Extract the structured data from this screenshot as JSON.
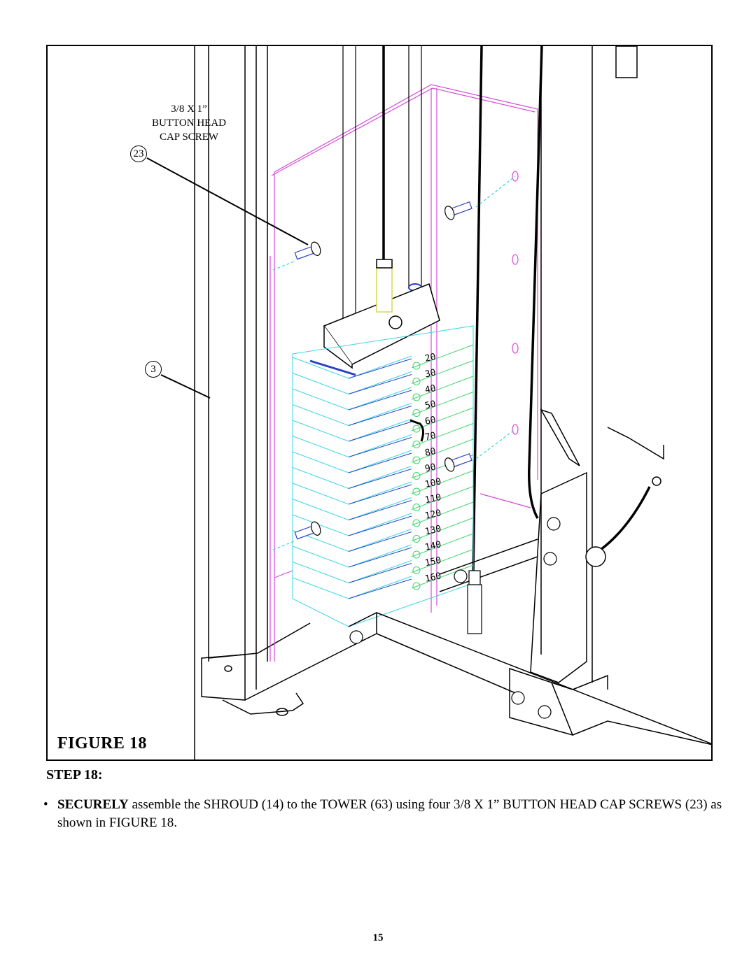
{
  "figure": {
    "caption": "FIGURE 18",
    "callouts": {
      "screw_text": "3/8 X 1”\nBUTTON HEAD\nCAP SCREW",
      "screw_number": "23",
      "tower_number": "3"
    },
    "weight_labels": [
      "20",
      "30",
      "40",
      "50",
      "60",
      "70",
      "80",
      "90",
      "100",
      "110",
      "120",
      "130",
      "140",
      "150",
      "160"
    ],
    "colors": {
      "line": "#000000",
      "shroud": "#d64ad6",
      "weight_plates": "#38d6e6",
      "weight_plates_alt": "#3ad66a",
      "weight_plates_dark": "#2a40c8",
      "guide_tube": "#d8d84a"
    }
  },
  "step": {
    "heading": "STEP 18:",
    "bullet": "•",
    "emphasis": "SECURELY",
    "text": " assemble the SHROUD (14) to the TOWER (63) using four 3/8 X 1” BUTTON HEAD CAP SCREWS (23) as shown in FIGURE 18."
  },
  "page": {
    "number": "15"
  }
}
